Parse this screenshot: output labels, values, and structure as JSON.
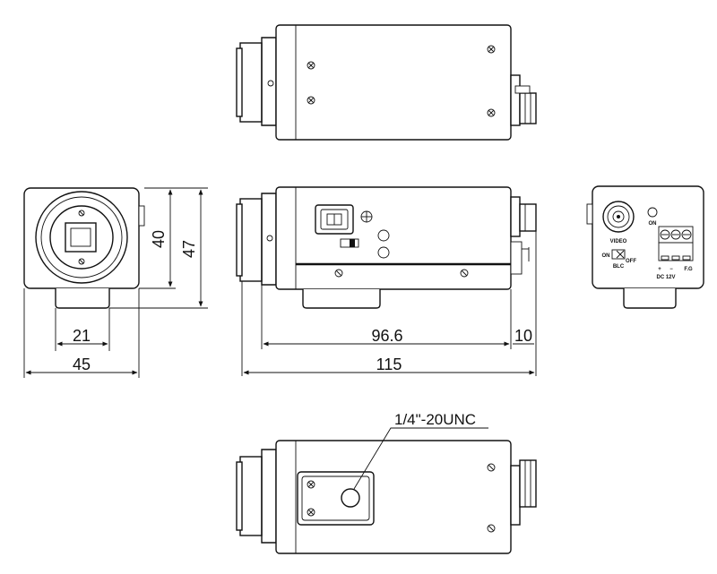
{
  "dimensions": {
    "front_height_inner": "40",
    "front_height_outer": "47",
    "front_mount_width": "21",
    "front_width": "45",
    "side_body_length": "96.6",
    "side_connector_length": "10",
    "side_total_length": "115"
  },
  "rear_panel": {
    "video_label": "VIDEO",
    "led_label": "ON",
    "blc_on": "ON",
    "blc_off": "OFF",
    "blc_label": "BLC",
    "plus_label": "+",
    "minus_label": "−",
    "fg_label": "F.G",
    "power_label": "DC 12V"
  },
  "bottom_view": {
    "thread_callout": "1/4\"-20UNC"
  }
}
